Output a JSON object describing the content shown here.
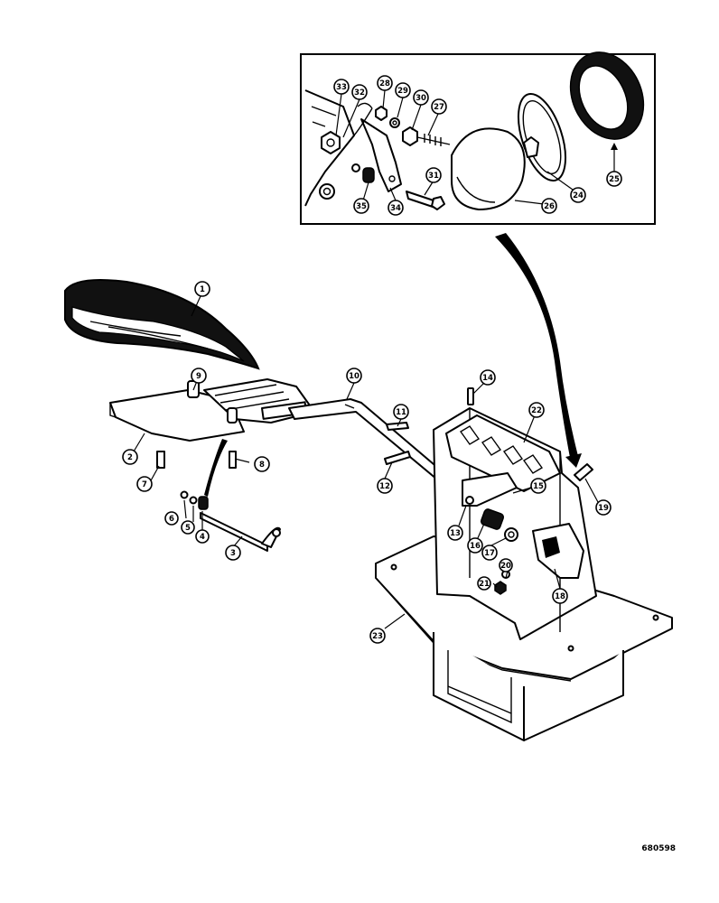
{
  "figure_ref": "680598",
  "callouts": [
    "1",
    "2",
    "3",
    "4",
    "5",
    "6",
    "7",
    "8",
    "9",
    "10",
    "11",
    "12",
    "13",
    "14",
    "15",
    "16",
    "17",
    "18",
    "19",
    "20",
    "21",
    "22",
    "23",
    "24",
    "25",
    "26",
    "27",
    "28",
    "29",
    "30",
    "31",
    "32",
    "33",
    "34",
    "35"
  ],
  "inset": {
    "callouts": [
      "24",
      "25",
      "26",
      "27",
      "28",
      "29",
      "30",
      "31",
      "32",
      "33",
      "34",
      "35"
    ]
  }
}
